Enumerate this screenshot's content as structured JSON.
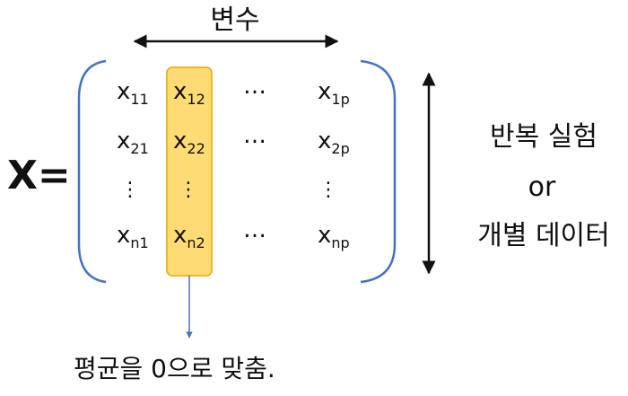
{
  "variables_label": "변수",
  "matrix_label": "X=",
  "matrix": {
    "rows": [
      [
        {
          "base": "x",
          "sub": "11"
        },
        {
          "base": "x",
          "sub": "12"
        },
        {
          "base": "…",
          "sub": ""
        },
        {
          "base": "x",
          "sub": "1p"
        }
      ],
      [
        {
          "base": "x",
          "sub": "21"
        },
        {
          "base": "x",
          "sub": "22"
        },
        {
          "base": "…",
          "sub": ""
        },
        {
          "base": "x",
          "sub": "2p"
        }
      ],
      [
        {
          "base": "⋮",
          "sub": ""
        },
        {
          "base": "⋮",
          "sub": ""
        },
        {
          "base": "",
          "sub": ""
        },
        {
          "base": "⋮",
          "sub": ""
        }
      ],
      [
        {
          "base": "x",
          "sub": "n1"
        },
        {
          "base": "x",
          "sub": "n2"
        },
        {
          "base": "…",
          "sub": ""
        },
        {
          "base": "x",
          "sub": "np"
        }
      ]
    ],
    "highlighted_column": 2
  },
  "right_labels": {
    "line1": "반복 실험",
    "line2": "or",
    "line3": "개별 데이터"
  },
  "footnote": "평균을 0으로 맞춤.",
  "colors": {
    "bracket": "#4472C4",
    "highlight_fill": "#FFC000",
    "highlight_stroke": "#E5A800",
    "arrow_down": "#4472C4",
    "text": "#111111"
  }
}
